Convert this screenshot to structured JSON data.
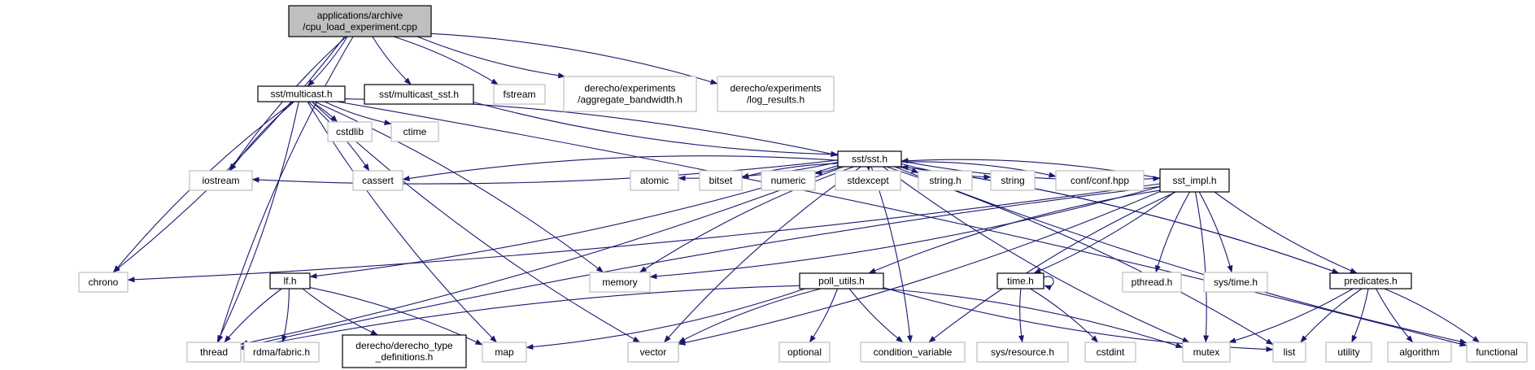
{
  "colors": {
    "edge": "#191970",
    "root_fill": "#bfbfbf",
    "solid_border": "#000000",
    "gray_border": "#bfbfbf"
  },
  "nodes": [
    {
      "id": "root",
      "lines": [
        "applications/archive",
        "/cpu_load_experiment.cpp"
      ],
      "style": "root"
    },
    {
      "id": "mcast",
      "lines": [
        "sst/multicast.h"
      ],
      "style": "solid"
    },
    {
      "id": "mcast_sst",
      "lines": [
        "sst/multicast_sst.h"
      ],
      "style": "solid"
    },
    {
      "id": "fstream",
      "lines": [
        "fstream"
      ],
      "style": "gray"
    },
    {
      "id": "aggbw",
      "lines": [
        "derecho/experiments",
        "/aggregate_bandwidth.h"
      ],
      "style": "gray"
    },
    {
      "id": "logres",
      "lines": [
        "derecho/experiments",
        "/log_results.h"
      ],
      "style": "gray"
    },
    {
      "id": "cstdlib",
      "lines": [
        "cstdlib"
      ],
      "style": "gray"
    },
    {
      "id": "ctime",
      "lines": [
        "ctime"
      ],
      "style": "gray"
    },
    {
      "id": "sst",
      "lines": [
        "sst/sst.h"
      ],
      "style": "solid"
    },
    {
      "id": "iostream",
      "lines": [
        "iostream"
      ],
      "style": "gray"
    },
    {
      "id": "cassert",
      "lines": [
        "cassert"
      ],
      "style": "gray"
    },
    {
      "id": "atomic",
      "lines": [
        "atomic"
      ],
      "style": "gray"
    },
    {
      "id": "bitset",
      "lines": [
        "bitset"
      ],
      "style": "gray"
    },
    {
      "id": "numeric",
      "lines": [
        "numeric"
      ],
      "style": "gray"
    },
    {
      "id": "stdexcept",
      "lines": [
        "stdexcept"
      ],
      "style": "gray"
    },
    {
      "id": "stringh",
      "lines": [
        "string.h"
      ],
      "style": "gray"
    },
    {
      "id": "string",
      "lines": [
        "string"
      ],
      "style": "gray"
    },
    {
      "id": "conf",
      "lines": [
        "conf/conf.hpp"
      ],
      "style": "gray"
    },
    {
      "id": "impl",
      "lines": [
        "sst_impl.h"
      ],
      "style": "solid"
    },
    {
      "id": "chrono",
      "lines": [
        "chrono"
      ],
      "style": "gray"
    },
    {
      "id": "lfh",
      "lines": [
        "lf.h"
      ],
      "style": "solid"
    },
    {
      "id": "memory",
      "lines": [
        "memory"
      ],
      "style": "gray"
    },
    {
      "id": "poll",
      "lines": [
        "poll_utils.h"
      ],
      "style": "solid"
    },
    {
      "id": "timeh",
      "lines": [
        "time.h"
      ],
      "style": "solid"
    },
    {
      "id": "pthread",
      "lines": [
        "pthread.h"
      ],
      "style": "gray"
    },
    {
      "id": "systime",
      "lines": [
        "sys/time.h"
      ],
      "style": "gray"
    },
    {
      "id": "pred",
      "lines": [
        "predicates.h"
      ],
      "style": "solid"
    },
    {
      "id": "functional",
      "lines": [
        "functional"
      ],
      "style": "gray"
    },
    {
      "id": "thread",
      "lines": [
        "thread"
      ],
      "style": "gray"
    },
    {
      "id": "rdma",
      "lines": [
        "rdma/fabric.h"
      ],
      "style": "gray"
    },
    {
      "id": "dtd",
      "lines": [
        "derecho/derecho_type",
        "_definitions.h"
      ],
      "style": "solid"
    },
    {
      "id": "map",
      "lines": [
        "map"
      ],
      "style": "gray"
    },
    {
      "id": "vector",
      "lines": [
        "vector"
      ],
      "style": "gray"
    },
    {
      "id": "optional",
      "lines": [
        "optional"
      ],
      "style": "gray"
    },
    {
      "id": "condvar",
      "lines": [
        "condition_variable"
      ],
      "style": "gray"
    },
    {
      "id": "sysres",
      "lines": [
        "sys/resource.h"
      ],
      "style": "gray"
    },
    {
      "id": "cstdint",
      "lines": [
        "cstdint"
      ],
      "style": "gray"
    },
    {
      "id": "mutex",
      "lines": [
        "mutex"
      ],
      "style": "gray"
    },
    {
      "id": "list",
      "lines": [
        "list"
      ],
      "style": "gray"
    },
    {
      "id": "utility",
      "lines": [
        "utility"
      ],
      "style": "gray"
    },
    {
      "id": "algorithm",
      "lines": [
        "algorithm"
      ],
      "style": "gray"
    }
  ],
  "edges": [
    [
      "root",
      "mcast"
    ],
    [
      "root",
      "mcast_sst"
    ],
    [
      "root",
      "fstream"
    ],
    [
      "root",
      "aggbw"
    ],
    [
      "root",
      "logres"
    ],
    [
      "root",
      "thread"
    ],
    [
      "root",
      "chrono"
    ],
    [
      "root",
      "iostream"
    ],
    [
      "mcast",
      "cstdlib"
    ],
    [
      "mcast",
      "ctime"
    ],
    [
      "mcast",
      "sst"
    ],
    [
      "mcast",
      "iostream"
    ],
    [
      "mcast",
      "cassert"
    ],
    [
      "mcast",
      "chrono"
    ],
    [
      "mcast",
      "thread"
    ],
    [
      "mcast",
      "map"
    ],
    [
      "mcast",
      "memory"
    ],
    [
      "mcast",
      "vector"
    ],
    [
      "mcast",
      "functional"
    ],
    [
      "mcast_sst",
      "sst"
    ],
    [
      "sst",
      "iostream"
    ],
    [
      "sst",
      "cassert"
    ],
    [
      "sst",
      "atomic"
    ],
    [
      "sst",
      "bitset"
    ],
    [
      "sst",
      "numeric"
    ],
    [
      "sst",
      "stdexcept"
    ],
    [
      "sst",
      "stringh"
    ],
    [
      "sst",
      "string"
    ],
    [
      "sst",
      "conf"
    ],
    [
      "sst",
      "impl"
    ],
    [
      "sst",
      "lfh"
    ],
    [
      "sst",
      "memory"
    ],
    [
      "sst",
      "thread"
    ],
    [
      "sst",
      "vector"
    ],
    [
      "sst",
      "pred"
    ],
    [
      "sst",
      "functional"
    ],
    [
      "sst",
      "list"
    ],
    [
      "sst",
      "mutex"
    ],
    [
      "sst",
      "condvar"
    ],
    [
      "impl",
      "sst"
    ],
    [
      "impl",
      "chrono"
    ],
    [
      "impl",
      "thread"
    ],
    [
      "impl",
      "memory"
    ],
    [
      "impl",
      "poll"
    ],
    [
      "impl",
      "timeh"
    ],
    [
      "impl",
      "pthread"
    ],
    [
      "impl",
      "systime"
    ],
    [
      "impl",
      "pred"
    ],
    [
      "impl",
      "vector"
    ],
    [
      "impl",
      "condvar"
    ],
    [
      "impl",
      "mutex"
    ],
    [
      "lfh",
      "thread"
    ],
    [
      "lfh",
      "rdma"
    ],
    [
      "lfh",
      "dtd"
    ],
    [
      "lfh",
      "map"
    ],
    [
      "poll",
      "thread"
    ],
    [
      "poll",
      "map"
    ],
    [
      "poll",
      "vector"
    ],
    [
      "poll",
      "optional"
    ],
    [
      "poll",
      "condvar"
    ],
    [
      "poll",
      "mutex"
    ],
    [
      "poll",
      "list"
    ],
    [
      "timeh",
      "timeh"
    ],
    [
      "timeh",
      "sysres"
    ],
    [
      "timeh",
      "cstdint"
    ],
    [
      "pred",
      "sst"
    ],
    [
      "pred",
      "mutex"
    ],
    [
      "pred",
      "list"
    ],
    [
      "pred",
      "utility"
    ],
    [
      "pred",
      "algorithm"
    ],
    [
      "pred",
      "functional"
    ]
  ]
}
